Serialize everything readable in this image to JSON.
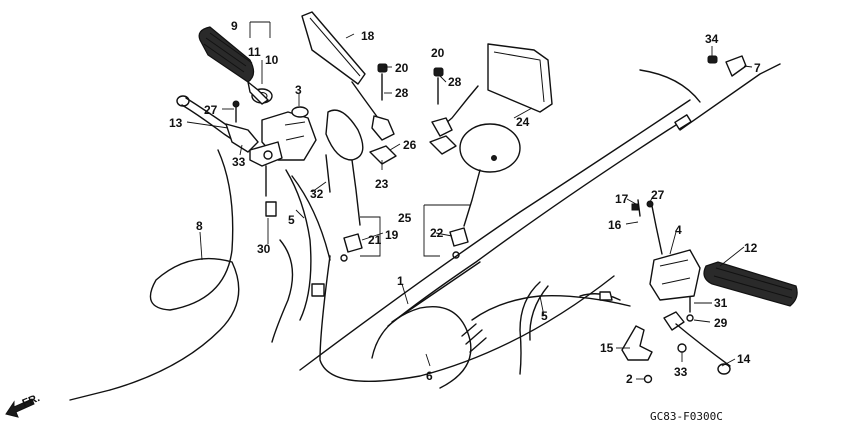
{
  "callouts": {
    "n1": "1",
    "n2": "2",
    "n3": "3",
    "n4": "4",
    "n5a": "5",
    "n5b": "5",
    "n6": "6",
    "n7": "7",
    "n8": "8",
    "n9": "9",
    "n10": "10",
    "n11": "11",
    "n12": "12",
    "n13": "13",
    "n14": "14",
    "n15": "15",
    "n16": "16",
    "n17": "17",
    "n18": "18",
    "n19": "19",
    "n20a": "20",
    "n20b": "20",
    "n21": "21",
    "n22": "22",
    "n23": "23",
    "n24": "24",
    "n25": "25",
    "n26": "26",
    "n27a": "27",
    "n27b": "27",
    "n28a": "28",
    "n28b": "28",
    "n29": "29",
    "n30": "30",
    "n31": "31",
    "n32": "32",
    "n33a": "33",
    "n33b": "33",
    "n34": "34"
  },
  "direction_label": "FR.",
  "diagram_code": "GC83-F0300C"
}
